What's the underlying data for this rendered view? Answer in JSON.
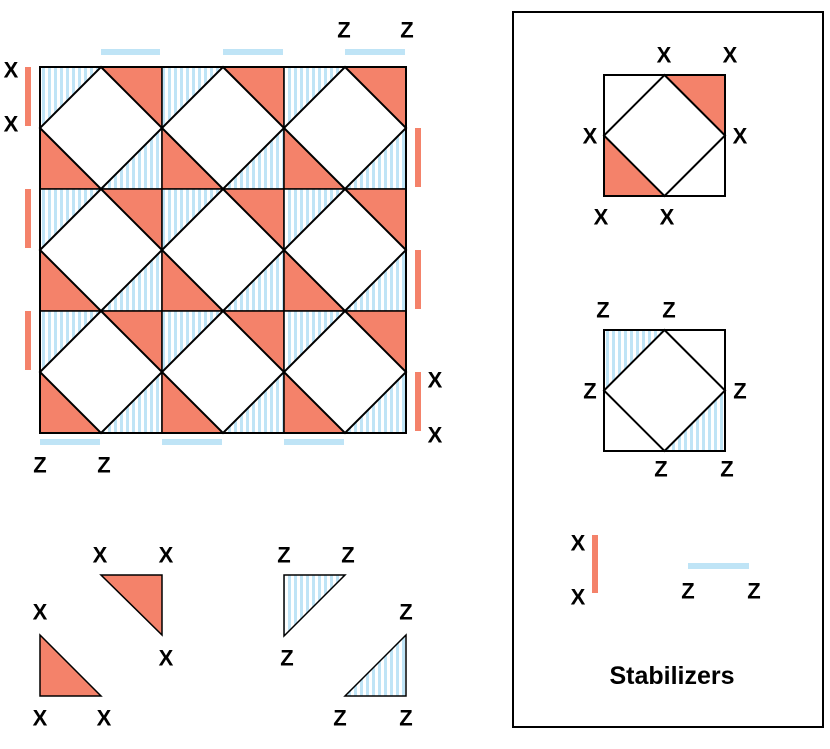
{
  "colors": {
    "x_color": "#f4826a",
    "z_color": "#bfe4f6",
    "outline": "#000000"
  },
  "labels": {
    "x": "X",
    "z": "Z"
  },
  "stabilizers_panel": {
    "title": "Stabilizers"
  }
}
